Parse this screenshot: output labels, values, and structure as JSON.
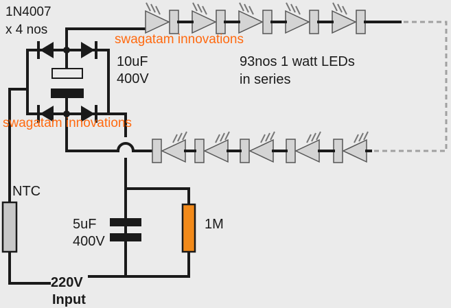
{
  "labels": {
    "diode_part": "1N4007",
    "diode_qty": "x 4 nos",
    "cap1_value": "10uF",
    "cap1_voltage": "400V",
    "led_count": "93nos 1 watt LEDs",
    "led_config": "in series",
    "thermistor": "NTC",
    "cap2_value": "5uF",
    "cap2_voltage": "400V",
    "resistor": "1M",
    "input_voltage": "220V",
    "input_label": "Input"
  },
  "watermark": {
    "text_upper": "swagatam innovations",
    "text_lower": "swagatam innovations",
    "color": "#ff6a10"
  },
  "colors": {
    "background": "#ebebeb",
    "wire": "#1a1a1a",
    "led_fill": "#d4d4d4",
    "resistor_fill": "#f28a1a",
    "ntc_fill": "#c8c8c8"
  },
  "icons": {
    "diode": "diode-symbol",
    "led": "led-symbol",
    "capacitor": "capacitor-symbol",
    "resistor": "resistor-symbol",
    "thermistor": "ntc-thermistor-symbol"
  }
}
